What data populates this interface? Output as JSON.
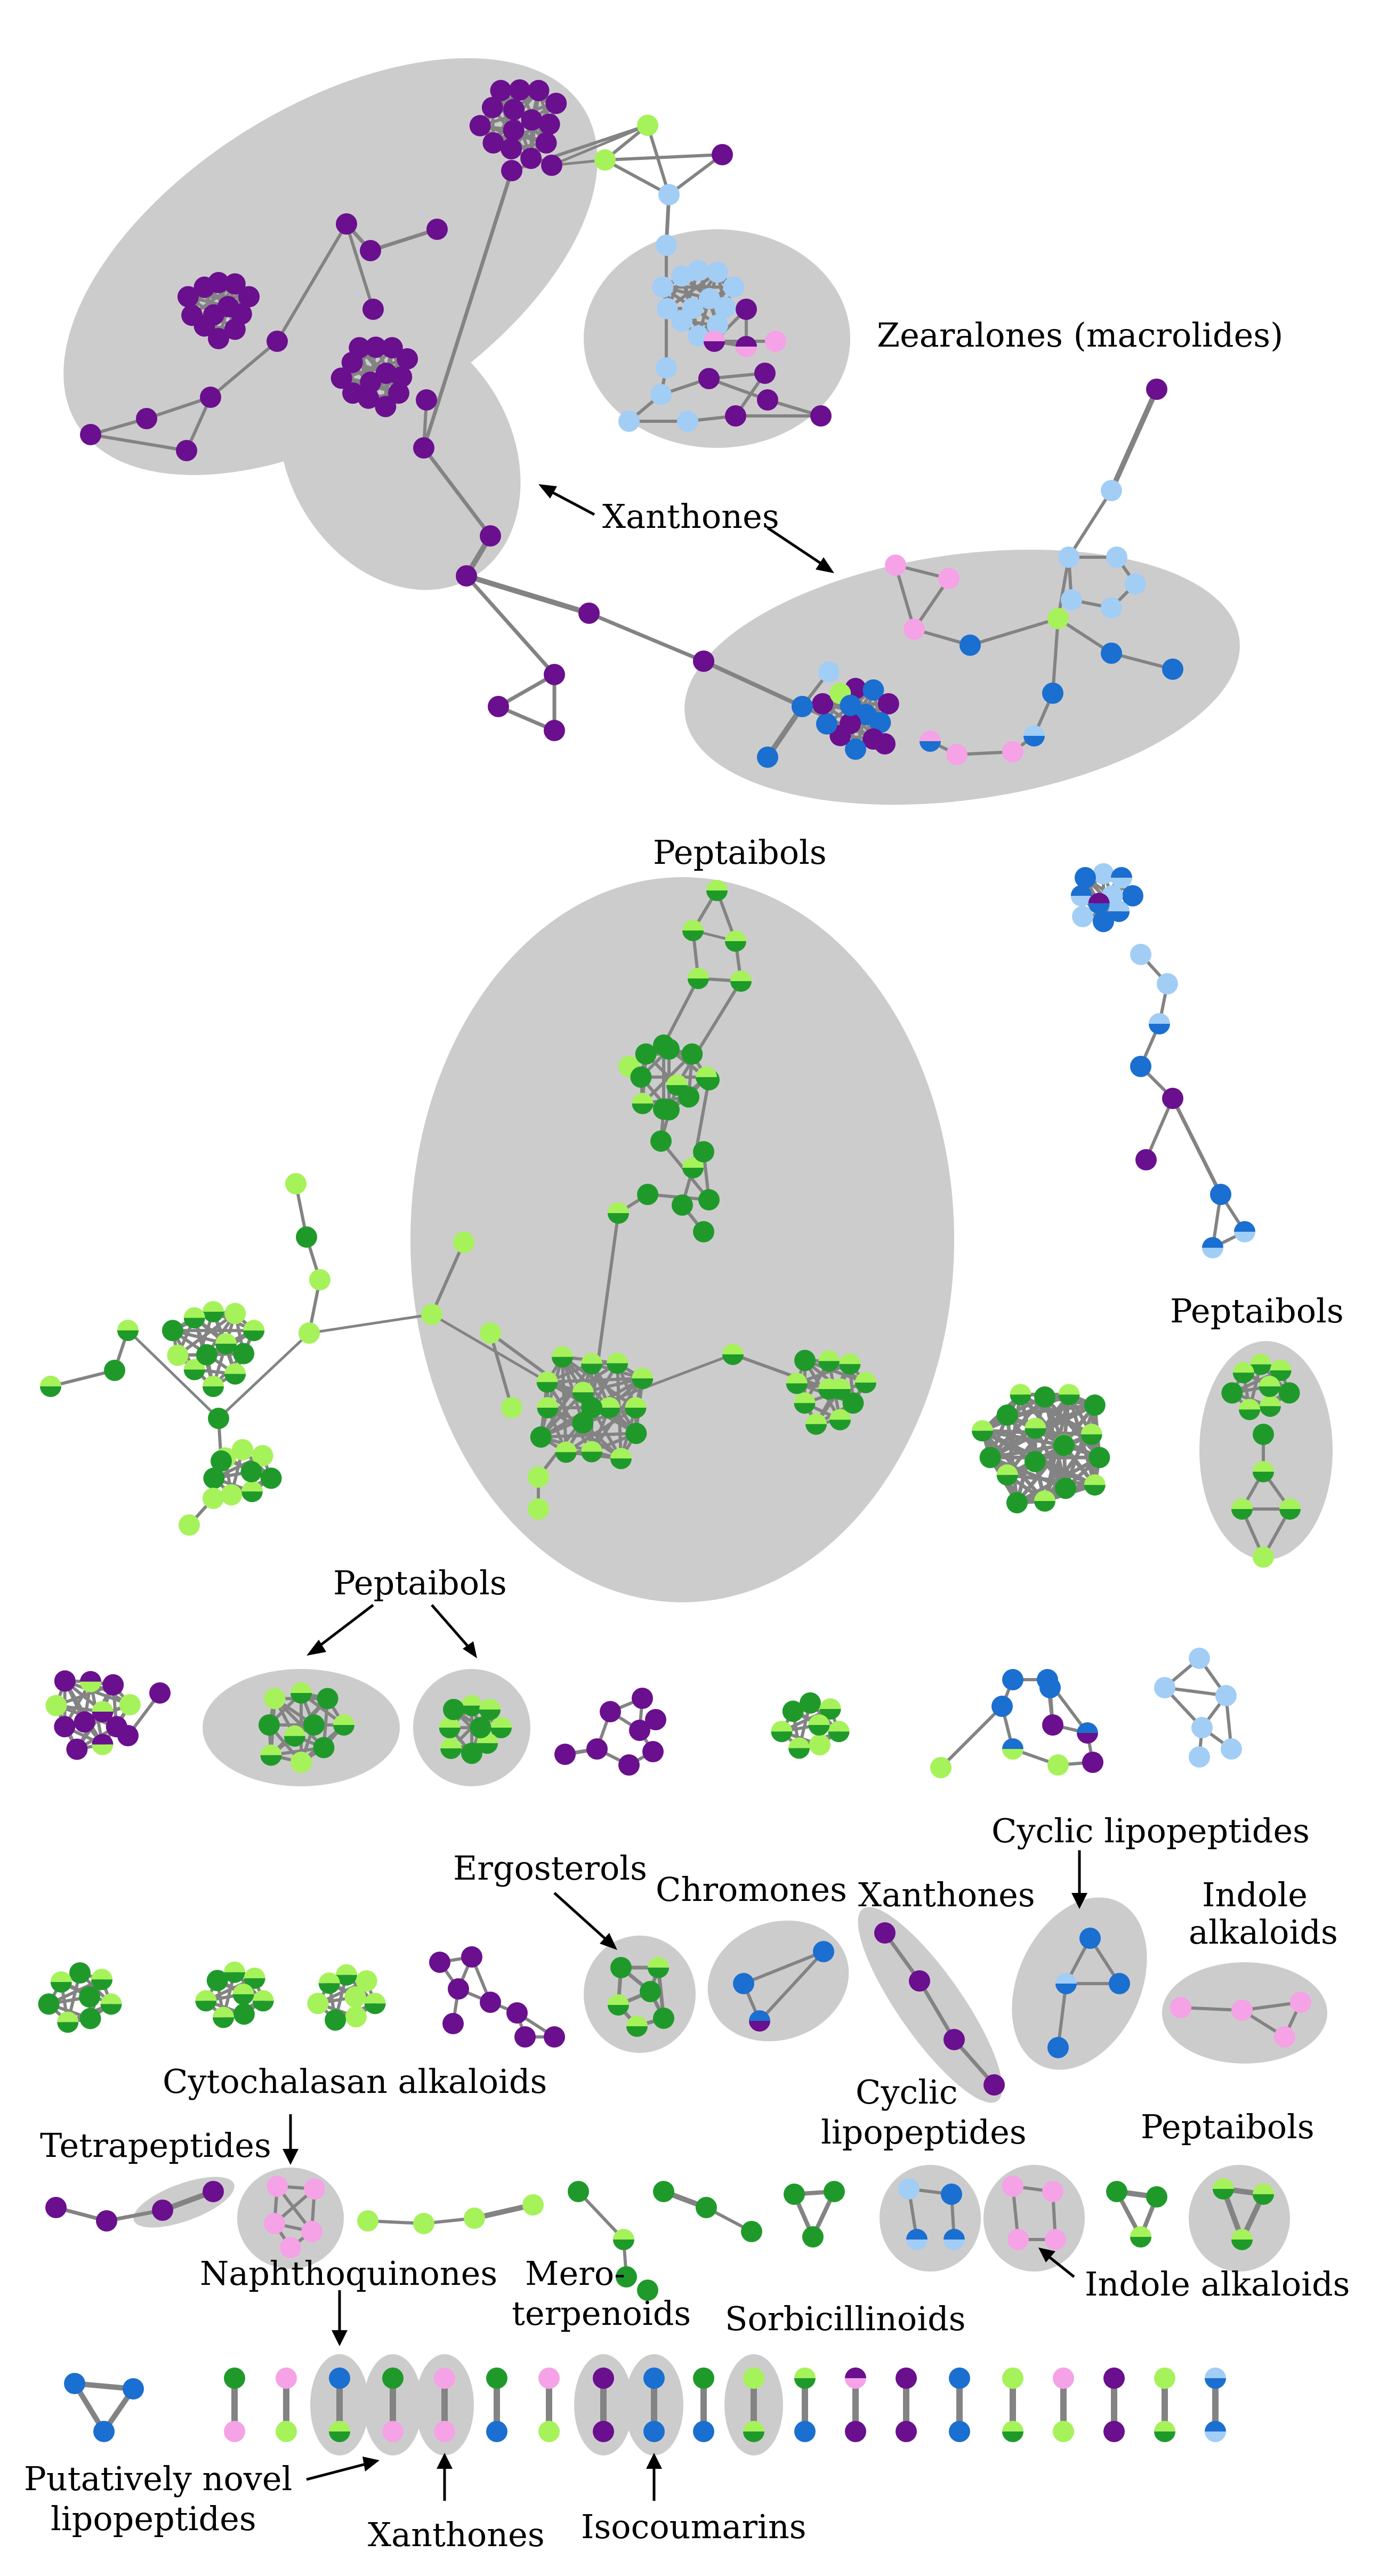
{
  "colors": {
    "purple": "#6a0f8e",
    "lightblue": "#a2cdf5",
    "blue": "#1a6fd0",
    "pink": "#f5a2e6",
    "lime": "#a6f25a",
    "green": "#1f9a2a",
    "cluster": "#cdcccd",
    "edge": "#838383"
  },
  "labels": {
    "zearalones": "Zearalones (macrolides)",
    "xanthones_top": "Xanthones",
    "peptaibols_main": "Peptaibols",
    "peptaibols_right": "Peptaibols",
    "peptaibols_row3": "Peptaibols",
    "cyclic_lipopeptides_row3": "Cyclic lipopeptides",
    "ergosterols": "Ergosterols",
    "chromones": "Chromones",
    "xanthones_row4": "Xanthones",
    "indole_alkaloids_row4_line1": "Indole",
    "indole_alkaloids_row4_line2": "alkaloids",
    "cytochalasan": "Cytochalasan alkaloids",
    "tetrapeptides": "Tetrapeptides",
    "cyclic_lipopeptides_row5_line1": "Cyclic",
    "cyclic_lipopeptides_row5_line2": "lipopeptides",
    "peptaibols_row5": "Peptaibols",
    "indole_alkaloids_row5": "Indole alkaloids",
    "naphthoquinones": "Naphthoquinones",
    "meroterpenoids_line1": "Mero-",
    "meroterpenoids_line2": "terpenoids",
    "sorbicillinoids": "Sorbicillinoids",
    "putatively_novel_line1": "Putatively novel",
    "putatively_novel_line2": "lipopeptides",
    "xanthones_bottom": "Xanthones",
    "isocoumarins": "Isocoumarins"
  }
}
